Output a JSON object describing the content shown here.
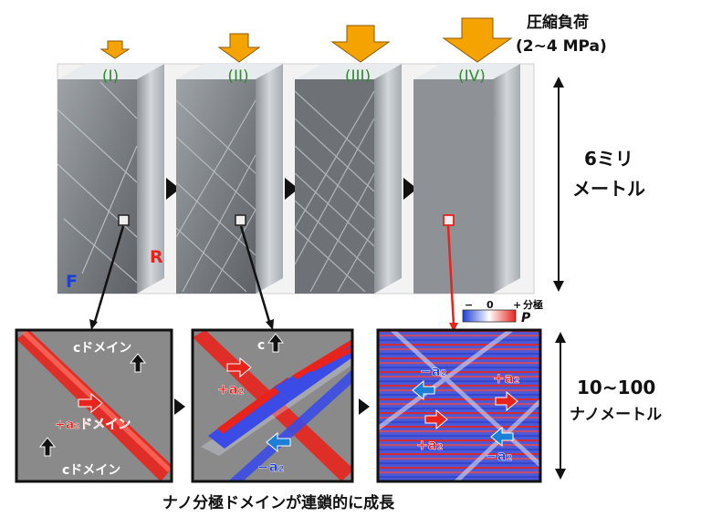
{
  "load": {
    "title": "圧縮負荷",
    "range": "(2~4 MPa)"
  },
  "stages": [
    {
      "label": "(I)"
    },
    {
      "label": "(II)"
    },
    {
      "label": "(III)"
    },
    {
      "label": "(IV)"
    }
  ],
  "faces": {
    "front": "F",
    "right": "R"
  },
  "macro_scale": {
    "line1": "6ミリ",
    "line2": "メートル"
  },
  "nano_scale": {
    "line1": "10~100",
    "line2": "ナノメートル"
  },
  "caption": "ナノ分極ドメインが連鎖的に成長",
  "colorbar": {
    "min": "−",
    "mid": "0",
    "max": "+",
    "title": "分極",
    "symbol": "P"
  },
  "panel1": {
    "c_top": "cドメイン",
    "a2": "+a₂ドメイン",
    "c_bottom": "cドメイン"
  },
  "panel2": {
    "c": "c",
    "plus_a2": "+a₂",
    "minus_a2": "−a₂"
  },
  "panel3": {
    "minus_a2_top": "−a₂",
    "plus_a2_right": "+a₂",
    "plus_a2_bottom": "+a₂",
    "minus_a2_bottom": "−a₂"
  },
  "colors": {
    "stage_label": "#2e8b2e",
    "load_arrow": "#f4a300",
    "plus": "#e8231c",
    "minus": "#1d3fd6",
    "arrow_blue": "#1e7fd6"
  }
}
